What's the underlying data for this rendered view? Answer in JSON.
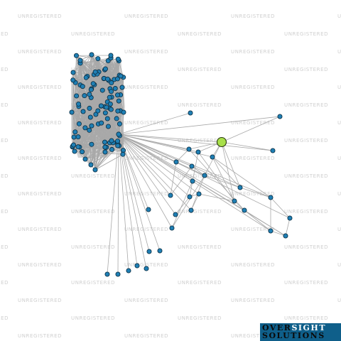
{
  "watermark_text": "UNREGISTERED",
  "logo": {
    "word1": "OVER",
    "word2": "SIGHT",
    "word3": "SOLUTIONS"
  },
  "colors": {
    "node": "#1f7fb4",
    "focus_node": "#a8e04a",
    "edge": "#a9a9a9",
    "logo_bg": "#0f5f8a"
  }
}
